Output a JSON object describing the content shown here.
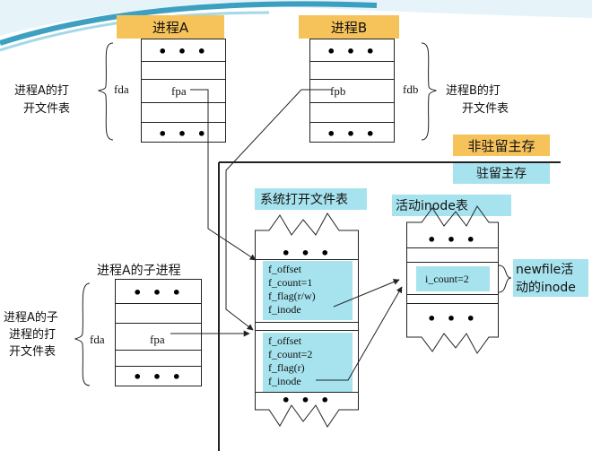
{
  "process_a": {
    "title": "进程A",
    "pointer": "fpa",
    "side_label": "fda",
    "table_caption": "进程A的打开文件表",
    "caption_line1": "进程A的打",
    "caption_line2": "开文件表"
  },
  "process_b": {
    "title": "进程B",
    "pointer": "fpb",
    "side_label": "fdb",
    "caption_line1": "进程B的打",
    "caption_line2": "开文件表"
  },
  "child": {
    "title": "进程A的子进程",
    "pointer": "fpa",
    "side_label": "fda",
    "caption_line1": "进程A的子",
    "caption_line2": "进程的打",
    "caption_line3": "开文件表"
  },
  "legend": {
    "non_resident": "非驻留主存",
    "resident": "驻留主存"
  },
  "system_table": {
    "title": "系统打开文件表",
    "entry1": {
      "offset": "f_offset",
      "count": "f_count=1",
      "flag": "f_flag(r/w)",
      "inode": "f_inode"
    },
    "entry2": {
      "offset": "f_offset",
      "count": "f_count=2",
      "flag": "f_flag(r)",
      "inode": "f_inode"
    }
  },
  "inode_table": {
    "title": "活动inode表",
    "count": "i_count=2",
    "note_line1": "newfile活",
    "note_line2": "动的inode"
  },
  "ellipsis": "• • •",
  "colors": {
    "orange": "#f6c35b",
    "cyan": "#a7e3ee",
    "band": "#1b8fb5"
  }
}
